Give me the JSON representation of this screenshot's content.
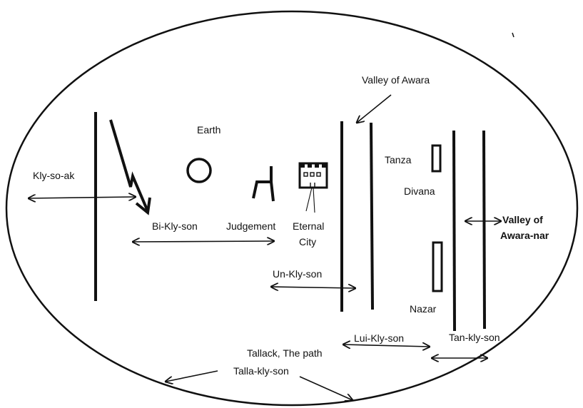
{
  "labels": {
    "valley_of_awara": "Valley of Awara",
    "earth": "Earth",
    "kly_so_ak": "Kly-so-ak",
    "tanza": "Tanza",
    "divana": "Divana",
    "valley_of_awara_nar_line1": "Valley of",
    "valley_of_awara_nar_line2": "Awara-nar",
    "bi_kly_son": "Bi-Kly-son",
    "judgement": "Judgement",
    "eternal": "Eternal",
    "city": "City",
    "un_kly_son": "Un-Kly-son",
    "nazar": "Nazar",
    "lui_kly_son": "Lui-Kly-son",
    "tan_kly_son": "Tan-kly-son",
    "tallack_the_path": "Tallack, The path",
    "talla_kly_son": "Talla-kly-son"
  },
  "colors": {
    "ink": "#111111",
    "background": "#ffffff"
  }
}
